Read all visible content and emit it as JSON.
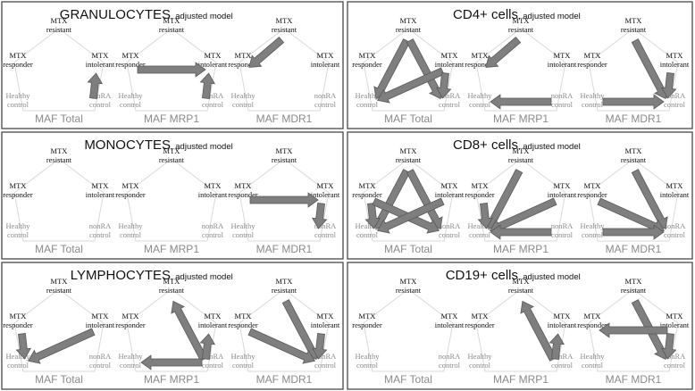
{
  "nodes": {
    "resistant": [
      "MTX",
      "resistant"
    ],
    "responder": [
      "MTX",
      "responder"
    ],
    "intolerant": [
      "MTX",
      "intolerant"
    ],
    "healthy": [
      "Healthy",
      "control"
    ],
    "nonra": [
      "nonRA",
      "control"
    ]
  },
  "colors": {
    "arrow": "#7f7f7f",
    "arrow_stroke": "#5a5a5a",
    "pentagon": "#d9d9d9",
    "gray_text": "#8a8a8a",
    "panel_border": "#555555"
  },
  "panels": [
    {
      "title": "GRANULOCYTES",
      "subtitle": ", adjusted model",
      "groups": [
        {
          "caption": "MAF Total",
          "arrows": [
            [
              "nonra",
              "intolerant"
            ]
          ]
        },
        {
          "caption": "MAF MRP1",
          "arrows": [
            [
              "responder",
              "intolerant"
            ],
            [
              "nonra",
              "intolerant"
            ]
          ]
        },
        {
          "caption": "MAF MDR1",
          "arrows": [
            [
              "resistant",
              "responder"
            ]
          ]
        }
      ]
    },
    {
      "title": "CD4+ cells",
      "subtitle": ", adjusted model",
      "groups": [
        {
          "caption": "MAF Total",
          "arrows": [
            [
              "resistant",
              "healthy"
            ],
            [
              "resistant",
              "nonra"
            ],
            [
              "intolerant",
              "healthy"
            ],
            [
              "intolerant",
              "nonra"
            ]
          ]
        },
        {
          "caption": "MAF MRP1",
          "arrows": [
            [
              "resistant",
              "responder"
            ],
            [
              "nonra",
              "healthy"
            ]
          ]
        },
        {
          "caption": "MAF MDR1",
          "arrows": [
            [
              "resistant",
              "nonra"
            ],
            [
              "intolerant",
              "nonra"
            ],
            [
              "healthy",
              "nonra"
            ]
          ]
        }
      ]
    },
    {
      "title": "MONOCYTES",
      "subtitle": ", adjusted model",
      "groups": [
        {
          "caption": "MAF Total",
          "arrows": []
        },
        {
          "caption": "MAF MRP1",
          "arrows": []
        },
        {
          "caption": "MAF MDR1",
          "arrows": [
            [
              "responder",
              "intolerant"
            ],
            [
              "intolerant",
              "nonra"
            ]
          ]
        }
      ]
    },
    {
      "title": "CD8+ cells",
      "subtitle": ", adjusted model",
      "groups": [
        {
          "caption": "MAF Total",
          "arrows": [
            [
              "resistant",
              "healthy"
            ],
            [
              "resistant",
              "nonra"
            ],
            [
              "responder",
              "healthy"
            ],
            [
              "responder",
              "nonra"
            ],
            [
              "intolerant",
              "healthy"
            ]
          ]
        },
        {
          "caption": "MAF MRP1",
          "arrows": [
            [
              "resistant",
              "healthy"
            ],
            [
              "responder",
              "healthy"
            ],
            [
              "intolerant",
              "healthy"
            ],
            [
              "nonra",
              "healthy"
            ]
          ]
        },
        {
          "caption": "MAF MDR1",
          "arrows": [
            [
              "resistant",
              "nonra"
            ],
            [
              "responder",
              "nonra"
            ],
            [
              "healthy",
              "nonra"
            ]
          ]
        }
      ]
    },
    {
      "title": "LYMPHOCYTES",
      "subtitle": ", adjusted model",
      "groups": [
        {
          "caption": "MAF Total",
          "arrows": [
            [
              "responder",
              "healthy"
            ],
            [
              "intolerant",
              "healthy"
            ]
          ]
        },
        {
          "caption": "MAF MRP1",
          "arrows": [
            [
              "nonra",
              "resistant"
            ],
            [
              "nonra",
              "intolerant"
            ],
            [
              "nonra",
              "healthy"
            ]
          ]
        },
        {
          "caption": "MAF MDR1",
          "arrows": [
            [
              "resistant",
              "nonra"
            ],
            [
              "responder",
              "nonra"
            ],
            [
              "intolerant",
              "nonra"
            ]
          ]
        }
      ]
    },
    {
      "title": "CD19+ cells",
      "subtitle": ", adjusted model",
      "groups": [
        {
          "caption": "MAF Total",
          "arrows": []
        },
        {
          "caption": "MAF MRP1",
          "arrows": [
            [
              "nonra",
              "resistant"
            ],
            [
              "nonra",
              "intolerant"
            ]
          ]
        },
        {
          "caption": "MAF MDR1",
          "arrows": [
            [
              "resistant",
              "nonra"
            ],
            [
              "intolerant",
              "responder"
            ],
            [
              "intolerant",
              "nonra"
            ]
          ]
        }
      ]
    }
  ]
}
